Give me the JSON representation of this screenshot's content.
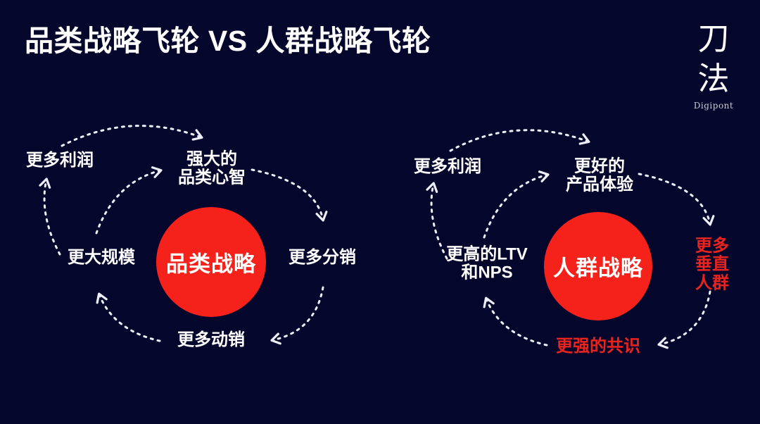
{
  "slide": {
    "title": "品类战略飞轮 VS 人群战略飞轮",
    "colors": {
      "background": "#05062b",
      "red": "#f5221b",
      "red_text": "#e9241f",
      "dash": "#eceef8",
      "text": "#ffffff",
      "logo_subtitle": "#c9cbd8"
    }
  },
  "logo": {
    "char1": "刀",
    "char2": "法",
    "subtitle": "Digipont"
  },
  "flywheels": {
    "left": {
      "center": "品类战略",
      "nodes": {
        "profit": "更多利润",
        "mindshare": "强大的\n品类心智",
        "distribution": "更多分销",
        "sales": "更多动销",
        "scale": "更大规模"
      }
    },
    "right": {
      "center": "人群战略",
      "nodes": {
        "profit": "更多利润",
        "experience": "更好的\n产品体验",
        "vertical": "更多\n垂直人群",
        "consensus": "更强的共识",
        "ltv": "更高的LTV\n和NPS"
      }
    }
  }
}
